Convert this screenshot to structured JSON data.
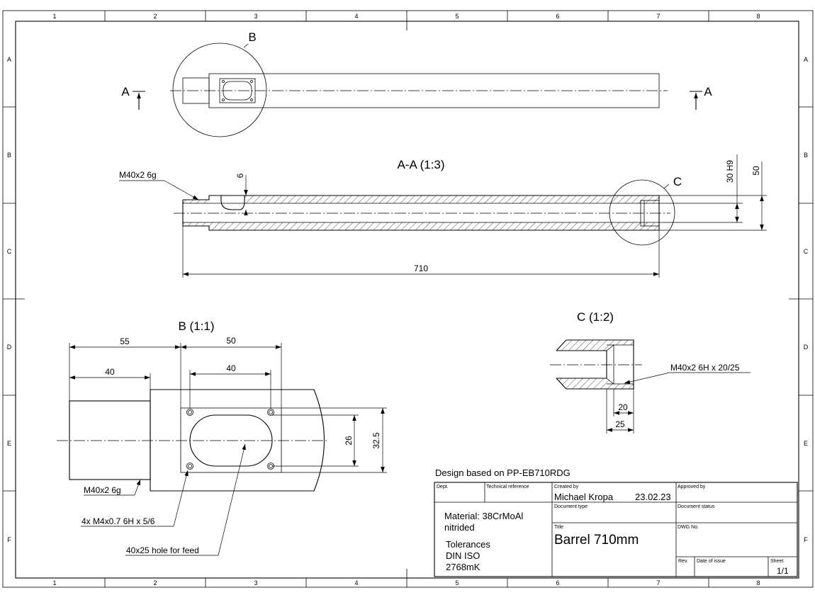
{
  "border": {
    "columns": [
      "1",
      "2",
      "3",
      "4",
      "5",
      "6",
      "7",
      "8"
    ],
    "rows": [
      "A",
      "B",
      "C",
      "D",
      "E",
      "F"
    ]
  },
  "views": {
    "section_marker": "A",
    "detail_b_marker": "B",
    "detail_c_marker": "C",
    "section_title": "A-A (1:3)",
    "detail_b_title": "B (1:1)",
    "detail_c_title": "C (1:2)"
  },
  "dimensions": {
    "overall_length": "710",
    "thread_left": "M40x2 6g",
    "groove_depth": "6",
    "bore": "30 H9",
    "outer_diameter": "50",
    "b_55": "55",
    "b_50": "50",
    "b_40_left": "40",
    "b_40_hole": "40",
    "b_26": "26",
    "b_32_5": "32.5",
    "c_20": "20",
    "c_25": "25"
  },
  "notes": {
    "b_thread": "M40x2 6g",
    "b_holes": "4x M4x0.7 6H x 5/6",
    "b_feed": "40x25 hole for feed",
    "c_thread": "M40x2 6H x 20/25"
  },
  "title_block": {
    "design_note": "Design based on PP-EB710RDG",
    "dept_label": "Dept.",
    "tech_ref_label": "Technical reference",
    "created_by_label": "Created by",
    "created_by": "Michael Kropa",
    "date": "23.02.23",
    "approved_by_label": "Approved by",
    "doc_type_label": "Document type",
    "doc_status_label": "Document status",
    "material_line1": "Material: 38CrMoAl",
    "material_line2": "nitrided",
    "tol_line1": "Tolerances",
    "tol_line2": "DIN ISO",
    "tol_line3": "2768mK",
    "title_label": "Title",
    "title": "Barrel 710mm",
    "dwg_no_label": "DWG No.",
    "rev_label": "Rev.",
    "date_issue_label": "Date of issue",
    "sheet_label": "Sheet",
    "sheet": "1/1"
  }
}
